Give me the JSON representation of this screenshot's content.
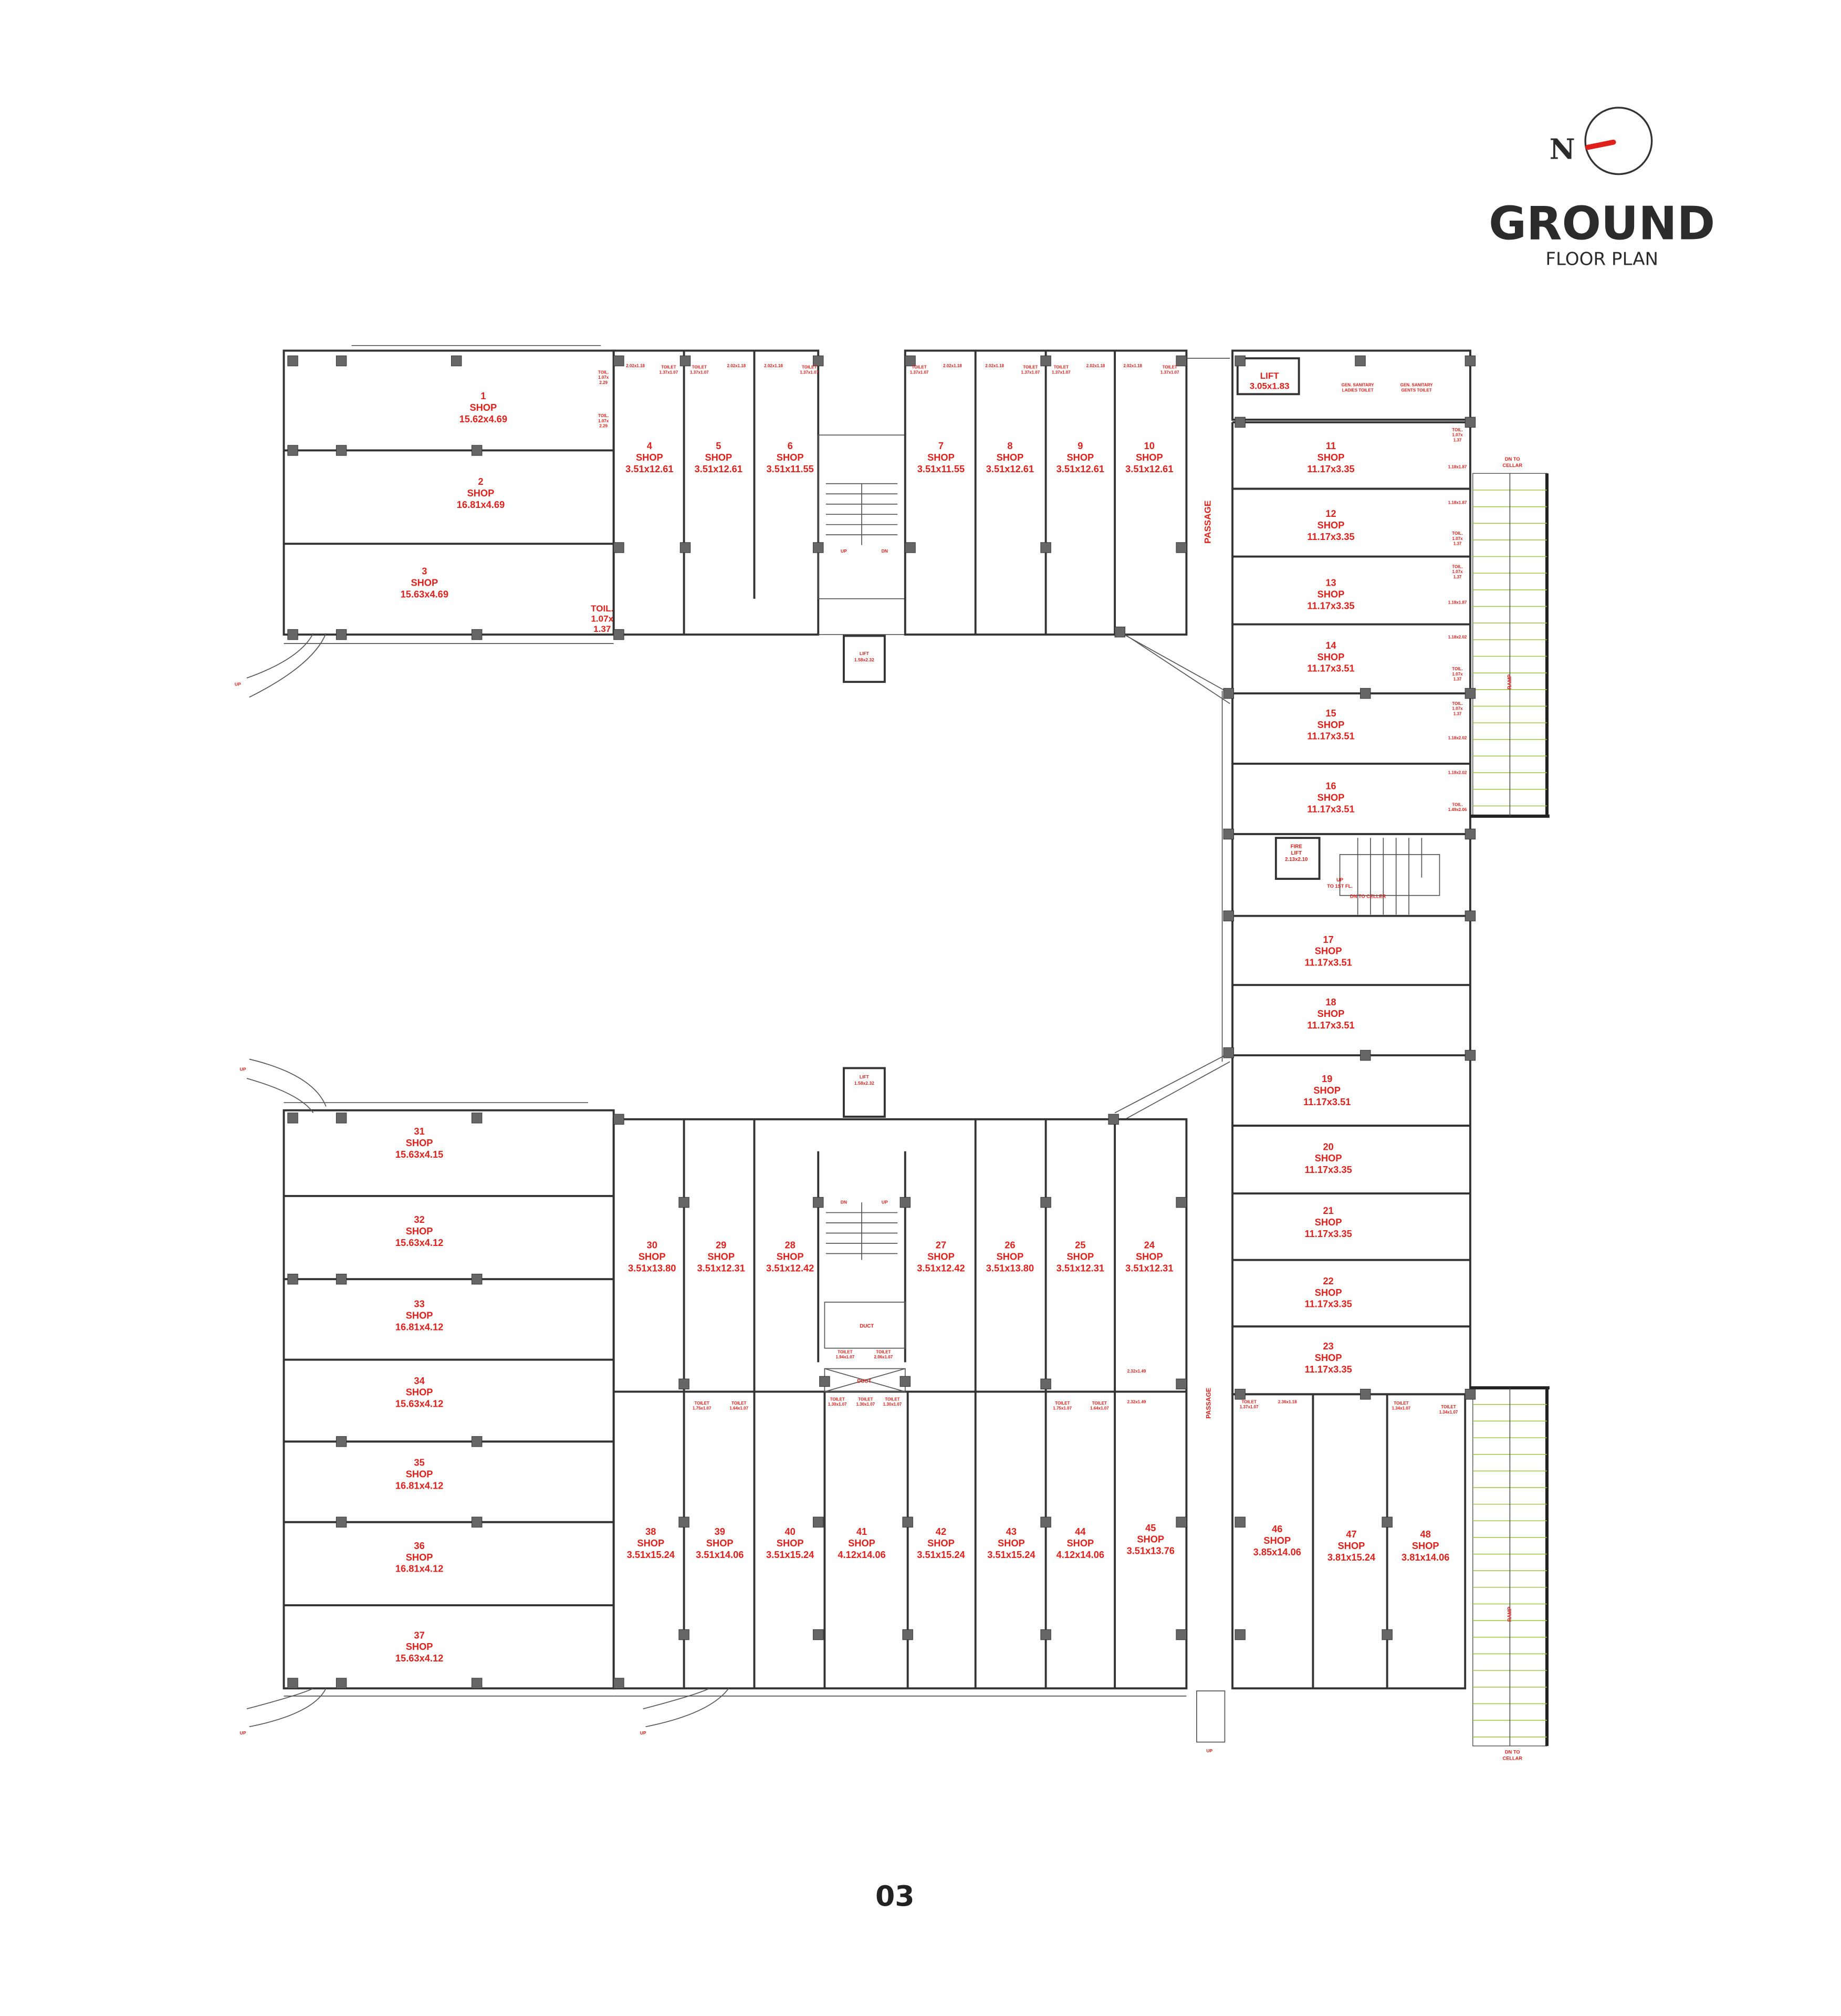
{
  "header": {
    "north_label": "N",
    "title": "GROUND",
    "subtitle": "FLOOR PLAN"
  },
  "page_number": "03",
  "colors": {
    "label_red": "#e0201b",
    "wall": "#333333",
    "ramp_line": "#9cc63a"
  },
  "shop_word": "SHOP",
  "shops": [
    {
      "no": "1",
      "dims": "15.62x4.69"
    },
    {
      "no": "2",
      "dims": "16.81x4.69"
    },
    {
      "no": "3",
      "dims": "15.63x4.69"
    },
    {
      "no": "4",
      "dims": "3.51x12.61"
    },
    {
      "no": "5",
      "dims": "3.51x12.61"
    },
    {
      "no": "6",
      "dims": "3.51x11.55"
    },
    {
      "no": "7",
      "dims": "3.51x11.55"
    },
    {
      "no": "8",
      "dims": "3.51x12.61"
    },
    {
      "no": "9",
      "dims": "3.51x12.61"
    },
    {
      "no": "10",
      "dims": "3.51x12.61"
    },
    {
      "no": "11",
      "dims": "11.17x3.35"
    },
    {
      "no": "12",
      "dims": "11.17x3.35"
    },
    {
      "no": "13",
      "dims": "11.17x3.35"
    },
    {
      "no": "14",
      "dims": "11.17x3.51"
    },
    {
      "no": "15",
      "dims": "11.17x3.51"
    },
    {
      "no": "16",
      "dims": "11.17x3.51"
    },
    {
      "no": "17",
      "dims": "11.17x3.51"
    },
    {
      "no": "18",
      "dims": "11.17x3.51"
    },
    {
      "no": "19",
      "dims": "11.17x3.51"
    },
    {
      "no": "20",
      "dims": "11.17x3.35"
    },
    {
      "no": "21",
      "dims": "11.17x3.35"
    },
    {
      "no": "22",
      "dims": "11.17x3.35"
    },
    {
      "no": "23",
      "dims": "11.17x3.35"
    },
    {
      "no": "24",
      "dims": "3.51x12.31"
    },
    {
      "no": "25",
      "dims": "3.51x12.31"
    },
    {
      "no": "26",
      "dims": "3.51x13.80"
    },
    {
      "no": "27",
      "dims": "3.51x12.42"
    },
    {
      "no": "28",
      "dims": "3.51x12.42"
    },
    {
      "no": "29",
      "dims": "3.51x12.31"
    },
    {
      "no": "30",
      "dims": "3.51x13.80"
    },
    {
      "no": "31",
      "dims": "15.63x4.15"
    },
    {
      "no": "32",
      "dims": "15.63x4.12"
    },
    {
      "no": "33",
      "dims": "16.81x4.12"
    },
    {
      "no": "34",
      "dims": "15.63x4.12"
    },
    {
      "no": "35",
      "dims": "16.81x4.12"
    },
    {
      "no": "36",
      "dims": "16.81x4.12"
    },
    {
      "no": "37",
      "dims": "15.63x4.12"
    },
    {
      "no": "38",
      "dims": "3.51x15.24"
    },
    {
      "no": "39",
      "dims": "3.51x14.06"
    },
    {
      "no": "40",
      "dims": "3.51x15.24"
    },
    {
      "no": "41",
      "dims": "4.12x14.06"
    },
    {
      "no": "42",
      "dims": "3.51x15.24"
    },
    {
      "no": "43",
      "dims": "3.51x15.24"
    },
    {
      "no": "44",
      "dims": "4.12x14.06"
    },
    {
      "no": "45",
      "dims": "3.51x13.76"
    },
    {
      "no": "46",
      "dims": "3.85x14.06"
    },
    {
      "no": "47",
      "dims": "3.81x15.24"
    },
    {
      "no": "48",
      "dims": "3.81x14.06"
    }
  ],
  "annotations": [
    {
      "kind": "lift",
      "lines": [
        "LIFT",
        "3.05x1.83"
      ]
    },
    {
      "kind": "toilet-block",
      "lines": [
        "GEN. SANITARY",
        "LADIES TOILET"
      ]
    },
    {
      "kind": "toilet-block",
      "lines": [
        "GEN. SANITARY",
        "GENTS TOILET"
      ]
    },
    {
      "kind": "fire-lift",
      "lines": [
        "FIRE",
        "LIFT",
        "2.13x2.10"
      ]
    },
    {
      "kind": "stair-note",
      "lines": [
        "UP",
        "TO 1ST FL."
      ]
    },
    {
      "kind": "stair-note",
      "lines": [
        "DN TO CELLER"
      ]
    },
    {
      "kind": "passage",
      "lines": [
        "PASSAGE"
      ]
    },
    {
      "kind": "passage",
      "lines": [
        "PASSAGE"
      ]
    },
    {
      "kind": "ramp",
      "lines": [
        "RAMP"
      ]
    },
    {
      "kind": "ramp",
      "lines": [
        "RAMP"
      ]
    },
    {
      "kind": "ramp-note",
      "lines": [
        "DN TO",
        "CELLAR"
      ]
    },
    {
      "kind": "ramp-note",
      "lines": [
        "DN TO",
        "CELLAR"
      ]
    },
    {
      "kind": "lift",
      "lines": [
        "LIFT",
        "1.58x2.32"
      ]
    },
    {
      "kind": "lift",
      "lines": [
        "LIFT",
        "1.58x2.32"
      ]
    },
    {
      "kind": "stair-note",
      "lines": [
        "UP"
      ]
    },
    {
      "kind": "stair-note",
      "lines": [
        "DN"
      ]
    },
    {
      "kind": "stair-note",
      "lines": [
        "DN"
      ]
    },
    {
      "kind": "stair-note",
      "lines": [
        "UP"
      ]
    },
    {
      "kind": "duct",
      "lines": [
        "DUCT"
      ]
    },
    {
      "kind": "duct",
      "lines": [
        "DUCT"
      ]
    },
    {
      "kind": "stair-note",
      "lines": [
        "UP"
      ]
    },
    {
      "kind": "stair-note",
      "lines": [
        "UP"
      ]
    },
    {
      "kind": "stair-note",
      "lines": [
        "UP"
      ]
    },
    {
      "kind": "stair-note",
      "lines": [
        "UP"
      ]
    },
    {
      "kind": "stair-note",
      "lines": [
        "UP"
      ]
    },
    {
      "kind": "toilet",
      "lines": [
        "2.02x1.18"
      ]
    },
    {
      "kind": "toilet",
      "lines": [
        "TOILET",
        "1.37x1.07"
      ]
    },
    {
      "kind": "toilet",
      "lines": [
        "TOILET",
        "1.37x1.07"
      ]
    },
    {
      "kind": "toilet",
      "lines": [
        "2.02x1.18"
      ]
    },
    {
      "kind": "toilet",
      "lines": [
        "2.02x1.18"
      ]
    },
    {
      "kind": "toilet",
      "lines": [
        "TOILET",
        "1.37x1.07"
      ]
    },
    {
      "kind": "toilet",
      "lines": [
        "TOILET",
        "1.37x1.07"
      ]
    },
    {
      "kind": "toilet",
      "lines": [
        "2.02x1.18"
      ]
    },
    {
      "kind": "toilet",
      "lines": [
        "2.02x1.18"
      ]
    },
    {
      "kind": "toilet",
      "lines": [
        "TOILET",
        "1.37x1.07"
      ]
    },
    {
      "kind": "toilet",
      "lines": [
        "TOILET",
        "1.37x1.07"
      ]
    },
    {
      "kind": "toilet",
      "lines": [
        "2.02x1.18"
      ]
    },
    {
      "kind": "toilet",
      "lines": [
        "2.02x1.18"
      ]
    },
    {
      "kind": "toilet",
      "lines": [
        "TOILET",
        "1.37x1.07"
      ]
    },
    {
      "kind": "toilet",
      "lines": [
        "TOIL.",
        "1.07x",
        "2.29"
      ]
    },
    {
      "kind": "toilet",
      "lines": [
        "TOIL.",
        "1.07x",
        "2.29"
      ]
    },
    {
      "kind": "toilet",
      "lines": [
        "TOIL.",
        "1.07x",
        "1.37"
      ]
    },
    {
      "kind": "toilet",
      "lines": [
        "TOIL.",
        "1.07x",
        "1.37"
      ]
    },
    {
      "kind": "toilet",
      "lines": [
        "TOILET",
        "1.94x1.07"
      ]
    },
    {
      "kind": "toilet",
      "lines": [
        "TOILET",
        "2.06x1.07"
      ]
    },
    {
      "kind": "toilet",
      "lines": [
        "TOILET",
        "1.30x1.07"
      ]
    },
    {
      "kind": "toilet",
      "lines": [
        "TOILET",
        "1.30x1.07"
      ]
    },
    {
      "kind": "toilet",
      "lines": [
        "TOILET",
        "1.30x1.07"
      ]
    },
    {
      "kind": "toilet",
      "lines": [
        "TOILET",
        "1.75x1.07"
      ]
    },
    {
      "kind": "toilet",
      "lines": [
        "TOILET",
        "1.64x1.07"
      ]
    },
    {
      "kind": "toilet",
      "lines": [
        "TOILET",
        "1.75x1.07"
      ]
    },
    {
      "kind": "toilet",
      "lines": [
        "TOILET",
        "1.64x1.07"
      ]
    },
    {
      "kind": "toilet",
      "lines": [
        "2.32x1.49"
      ]
    },
    {
      "kind": "toilet",
      "lines": [
        "2.32x1.49"
      ]
    },
    {
      "kind": "toilet",
      "lines": [
        "TOILET",
        "1.37x1.07"
      ]
    },
    {
      "kind": "toilet",
      "lines": [
        "2.36x1.18"
      ]
    },
    {
      "kind": "toilet",
      "lines": [
        "TOILET",
        "1.34x1.07"
      ]
    },
    {
      "kind": "toilet",
      "lines": [
        "TOILET",
        "1.34x1.07"
      ]
    },
    {
      "kind": "toilet",
      "lines": [
        "1.18x1.87"
      ]
    },
    {
      "kind": "toilet",
      "lines": [
        "1.18x1.87"
      ]
    },
    {
      "kind": "toilet",
      "lines": [
        "1.18x1.87"
      ]
    },
    {
      "kind": "toilet",
      "lines": [
        "1.18x2.02"
      ]
    },
    {
      "kind": "toilet",
      "lines": [
        "1.18x2.02"
      ]
    },
    {
      "kind": "toilet",
      "lines": [
        "1.18x2.02"
      ]
    },
    {
      "kind": "toilet",
      "lines": [
        "TOIL.",
        "1.49x2.06"
      ]
    },
    {
      "kind": "toilet",
      "lines": [
        "TOIL.",
        "1.07x",
        "1.37"
      ]
    },
    {
      "kind": "toilet",
      "lines": [
        "TOIL.",
        "1.07x",
        "1.37"
      ]
    },
    {
      "kind": "toilet",
      "lines": [
        "TOIL.",
        "1.07x",
        "1.37"
      ]
    },
    {
      "kind": "toilet",
      "lines": [
        "TOIL.",
        "1.07x",
        "1.37"
      ]
    }
  ]
}
